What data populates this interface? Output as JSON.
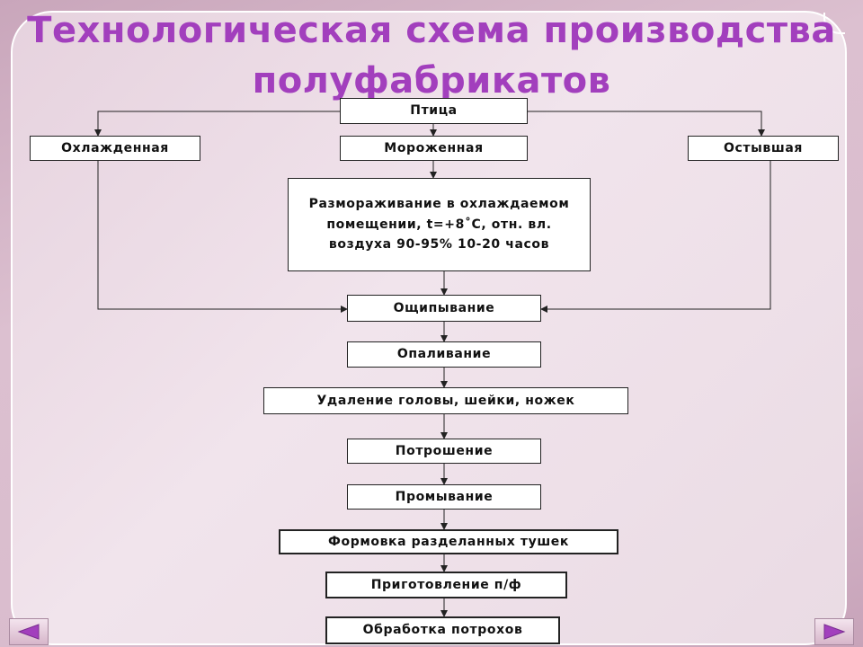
{
  "title": {
    "line1": "Технологическая схема производства",
    "line2": "полуфабрикатов"
  },
  "nodes": {
    "ptica": "Птица",
    "ohlazhdennaya": "Охлажденная",
    "morozhennaya": "Мороженная",
    "ostyvshaya": "Остывшая",
    "razmorazhivanie": "Размораживание в охлаждаемом помещении, t=+8˚С, отн. вл. воздуха 90-95% 10-20 часов",
    "oshchipyvanie": "Ощипывание",
    "opalivanie": "Опаливание",
    "udalenie": "Удаление головы, шейки, ножек",
    "potroshenie": "Потрошение",
    "promyvanie": "Промывание",
    "formovka": "Формовка разделанных тушек",
    "prigotovlenie": "Приготовление п/ф",
    "obrabotka": "Обработка потрохов"
  },
  "nav": {
    "prev_icon": "triangle-left-icon",
    "next_icon": "triangle-right-icon",
    "accent": "#a23fbd"
  }
}
